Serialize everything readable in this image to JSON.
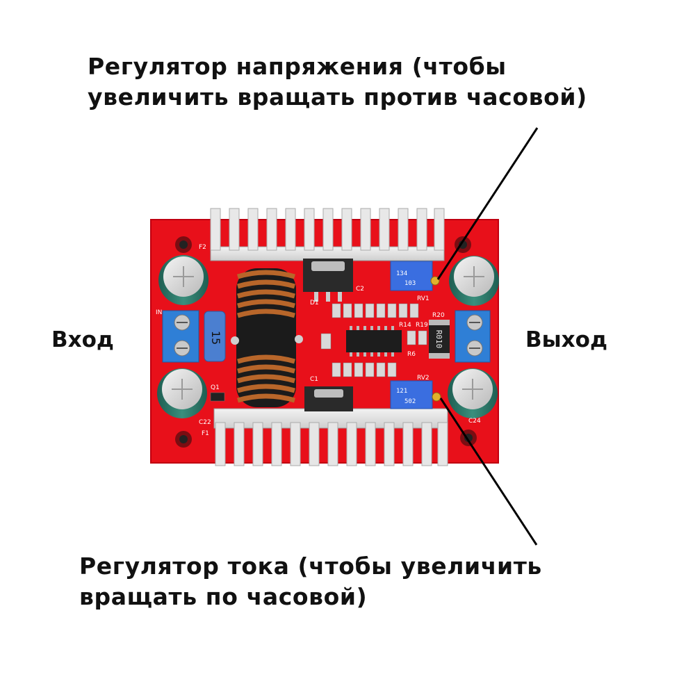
{
  "annotations": {
    "voltage_regulator": {
      "line1": "Регулятор напряжения (чтобы",
      "line2": "увеличить вращать против часовой)"
    },
    "current_regulator": {
      "line1": "Регулятор тока (чтобы увеличить",
      "line2": "вращать по часовой)"
    },
    "input": "Вход",
    "output": "Выход"
  },
  "board_markings": {
    "pot_top_code": "134",
    "pot_top_code2": "103",
    "pot_top_id": "RV1",
    "pot_bottom_code": "121",
    "pot_bottom_code2": "502",
    "pot_bottom_id": "RV2",
    "shunt_resistor": "R010",
    "fuse": "15",
    "in_marking": "IN",
    "r14": "R14",
    "r19": "R19",
    "r20": "R20",
    "r6": "R6",
    "c1": "C1",
    "c2": "C2",
    "q1": "Q1",
    "f1": "F1",
    "f2": "F2",
    "c22": "C22",
    "c24": "C24",
    "d1": "D1"
  },
  "colors": {
    "pcb": "#e8101a",
    "heatsink": "#e4e4e4",
    "terminal": "#2f7fd6",
    "pot": "#3a6ee0",
    "capacitor": "#2d7a6a",
    "copper": "#b8662a"
  }
}
